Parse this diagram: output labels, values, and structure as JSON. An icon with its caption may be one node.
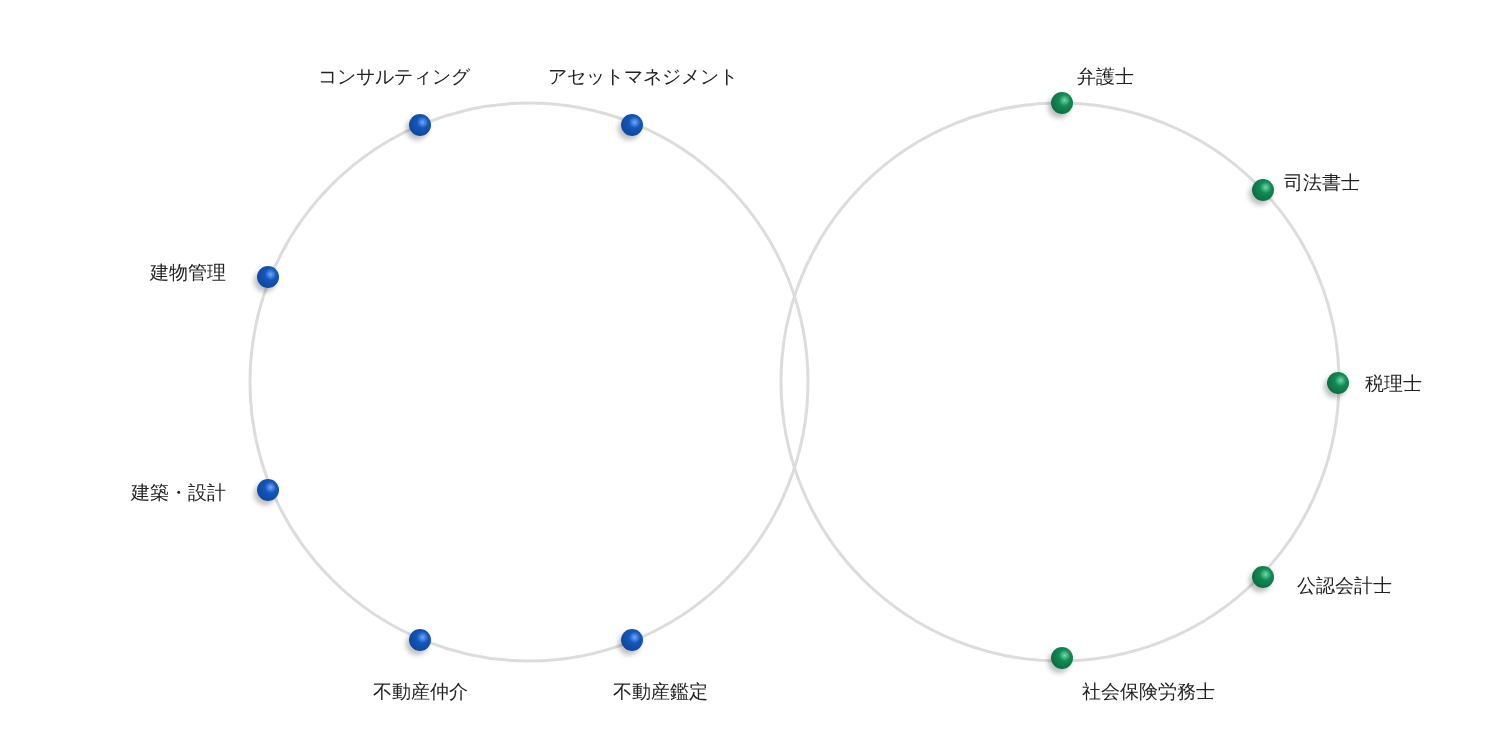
{
  "diagram": {
    "nodes": [
      {
        "text": [
          "コンサルティング"
        ]
      },
      {
        "text": [
          "アセットマネジメント"
        ]
      },
      {
        "text": [
          "建物管理"
        ]
      },
      {
        "text": [
          "建築・設計"
        ]
      },
      {
        "text": [
          "不動産仲介"
        ]
      },
      {
        "text": [
          "不動産鑑定"
        ]
      },
      {
        "text": [
          "弁護士"
        ]
      },
      {
        "text": [
          "司法書士"
        ]
      },
      {
        "text": [
          "税理士"
        ]
      },
      {
        "text": [
          "公認会計士"
        ]
      },
      {
        "text": [
          "社会保険労務士"
        ]
      }
    ]
  }
}
